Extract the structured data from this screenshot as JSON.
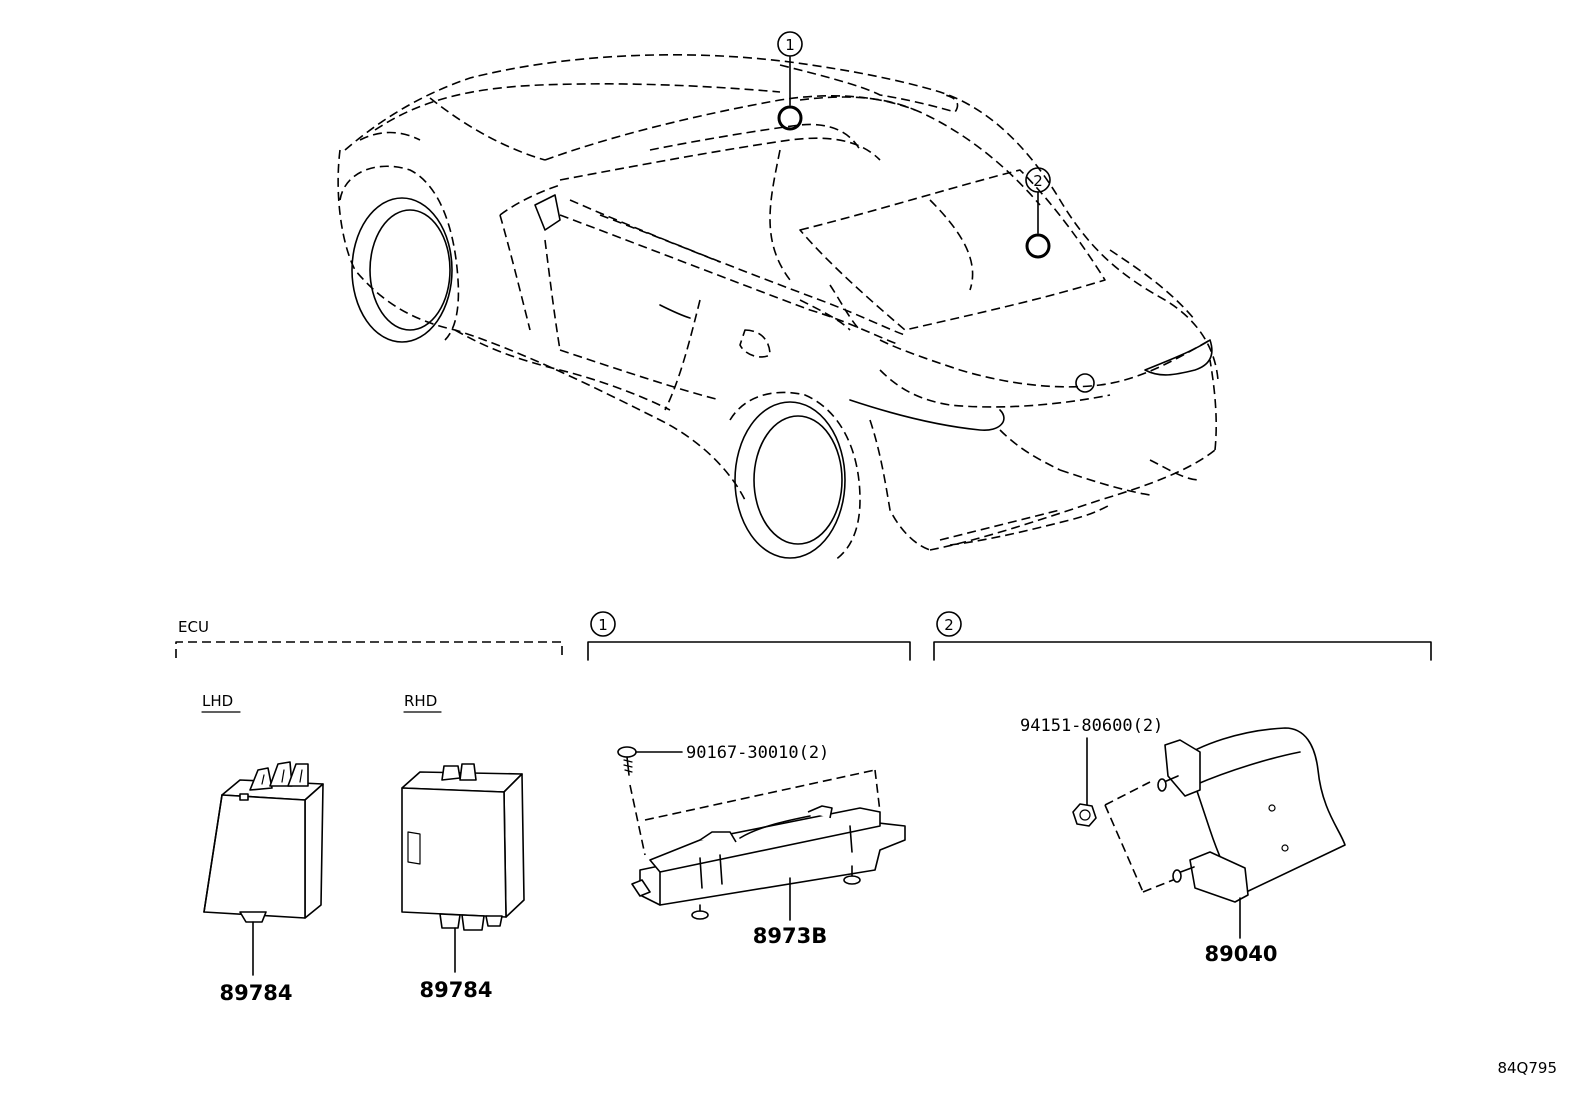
{
  "diagram_id": "84Q795",
  "callouts": [
    {
      "id": "1",
      "label": "1"
    },
    {
      "id": "2",
      "label": "2"
    }
  ],
  "sections": {
    "ecu": {
      "label": "ECU",
      "lhd": "LHD",
      "rhd": "RHD"
    },
    "section1": {
      "label": "1"
    },
    "section2": {
      "label": "2"
    }
  },
  "parts": {
    "ecu_lhd": "89784",
    "ecu_rhd": "89784",
    "screw": "90167-30010(2)",
    "sensor1": "8973B",
    "nut": "94151-80600(2)",
    "sensor2": "89040"
  }
}
